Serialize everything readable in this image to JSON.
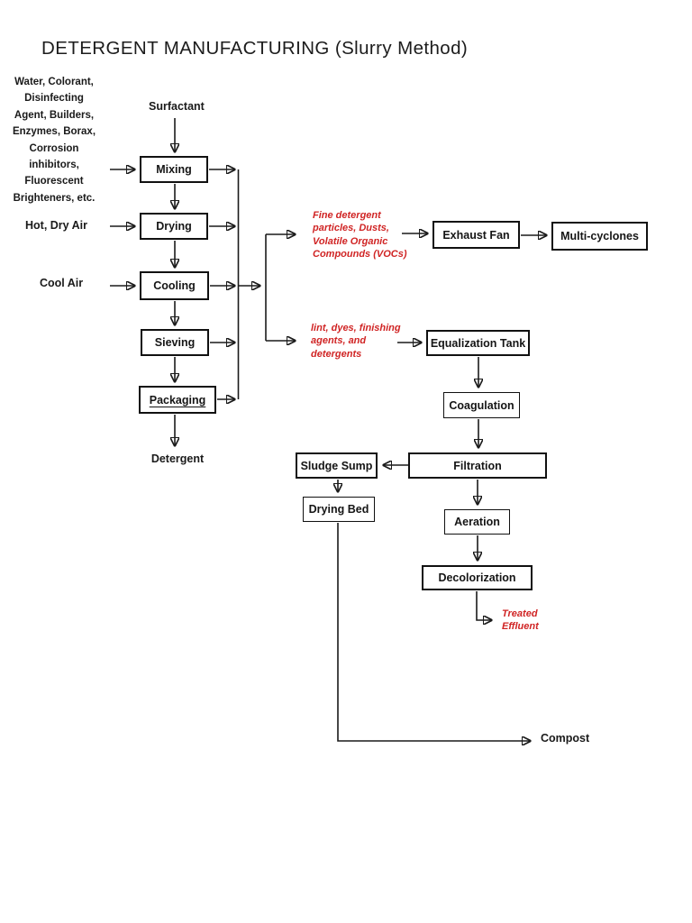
{
  "page": {
    "title": "DETERGENT MANUFACTURING (Slurry Method)"
  },
  "colors": {
    "annotation_red": "#d02424",
    "line_black": "#1a1a1a",
    "background": "#ffffff"
  },
  "inputs": {
    "ingredients": "Water, Colorant,\nDisinfecting\nAgent, Builders,\nEnzymes, Borax,\nCorrosion\ninhibitors,\nFluorescent\nBrighteners, etc.",
    "surfactant": "Surfactant",
    "hot_dry_air": "Hot, Dry Air",
    "cool_air": "Cool Air"
  },
  "outputs": {
    "detergent": "Detergent",
    "compost": "Compost"
  },
  "nodes": {
    "mixing": "Mixing",
    "drying": "Drying",
    "cooling": "Cooling",
    "sieving": "Sieving",
    "packaging": "Packaging",
    "exhaust_fan": "Exhaust Fan",
    "multi_cyclones": "Multi-cyclones",
    "equalization_tank": "Equalization Tank",
    "coagulation": "Coagulation",
    "filtration": "Filtration",
    "sludge_sump": "Sludge Sump",
    "drying_bed": "Drying Bed",
    "aeration": "Aeration",
    "decolorization": "Decolorization"
  },
  "annotations": {
    "emissions": "Fine detergent\nparticles, Dusts,\nVolatile Organic\nCompounds (VOCs)",
    "wastewater": "lint, dyes, finishing\nagents, and\ndetergents",
    "treated_effluent": "Treated\nEffluent"
  }
}
